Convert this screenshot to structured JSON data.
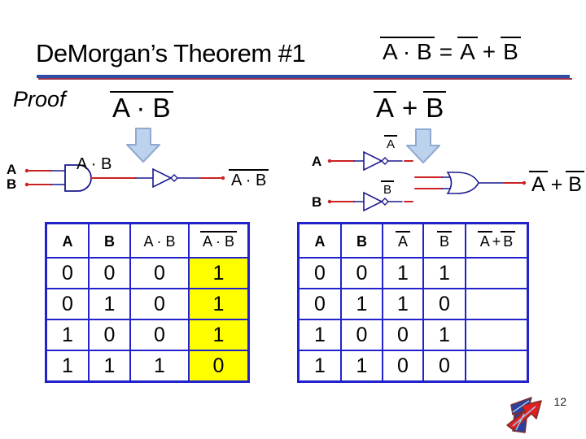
{
  "title": "DeMorgan’s Theorem #1",
  "title_formula": {
    "lhs": "A · B",
    "equals": "=",
    "a": "A",
    "plus": "+",
    "b": "B"
  },
  "proof_label": "Proof",
  "left": {
    "expression": "A · B",
    "circuit": {
      "input_a": "A",
      "input_b": "B",
      "and_output_label": "A · B",
      "final_label": "A · B"
    },
    "table": {
      "headers": [
        {
          "label": "A",
          "overline": false
        },
        {
          "label": "B",
          "overline": false
        },
        {
          "label": "A · B",
          "overline": false
        },
        {
          "label": "A · B",
          "overline": true
        }
      ],
      "rows": [
        [
          "0",
          "0",
          "0",
          "1"
        ],
        [
          "0",
          "1",
          "0",
          "1"
        ],
        [
          "1",
          "0",
          "0",
          "1"
        ],
        [
          "1",
          "1",
          "1",
          "0"
        ]
      ],
      "highlight_column": 3,
      "highlight_color": "#ffff00"
    }
  },
  "right": {
    "expression": {
      "a": "A",
      "plus": "+",
      "b": "B"
    },
    "circuit": {
      "input_a": "A",
      "input_b": "B",
      "not_a_label": "A",
      "not_b_label": "B",
      "output": {
        "a": "A",
        "plus": "+",
        "b": "B"
      }
    },
    "table": {
      "headers": [
        {
          "label": "A",
          "overline": false
        },
        {
          "label": "B",
          "overline": false
        },
        {
          "label": "A",
          "overline": true
        },
        {
          "label": "B",
          "overline": true
        },
        {
          "parts": [
            {
              "label": "A",
              "overline": true
            },
            {
              "label": " + ",
              "overline": false
            },
            {
              "label": "B",
              "overline": true
            }
          ]
        }
      ],
      "rows": [
        [
          "0",
          "0",
          "1",
          "1",
          ""
        ],
        [
          "0",
          "1",
          "1",
          "0",
          ""
        ],
        [
          "1",
          "0",
          "0",
          "1",
          ""
        ],
        [
          "1",
          "1",
          "0",
          "0",
          ""
        ]
      ]
    }
  },
  "page_number": "12",
  "colors": {
    "table_border": "#2222cc",
    "highlight": "#ffff00",
    "wire_red": "#cc2222",
    "gate_blue": "#1a1a8e",
    "arrow_fill": "#bdd2ec",
    "arrow_stroke": "#8fa9d0",
    "rule_blue": "#2e4da6",
    "rule_red": "#993349"
  }
}
